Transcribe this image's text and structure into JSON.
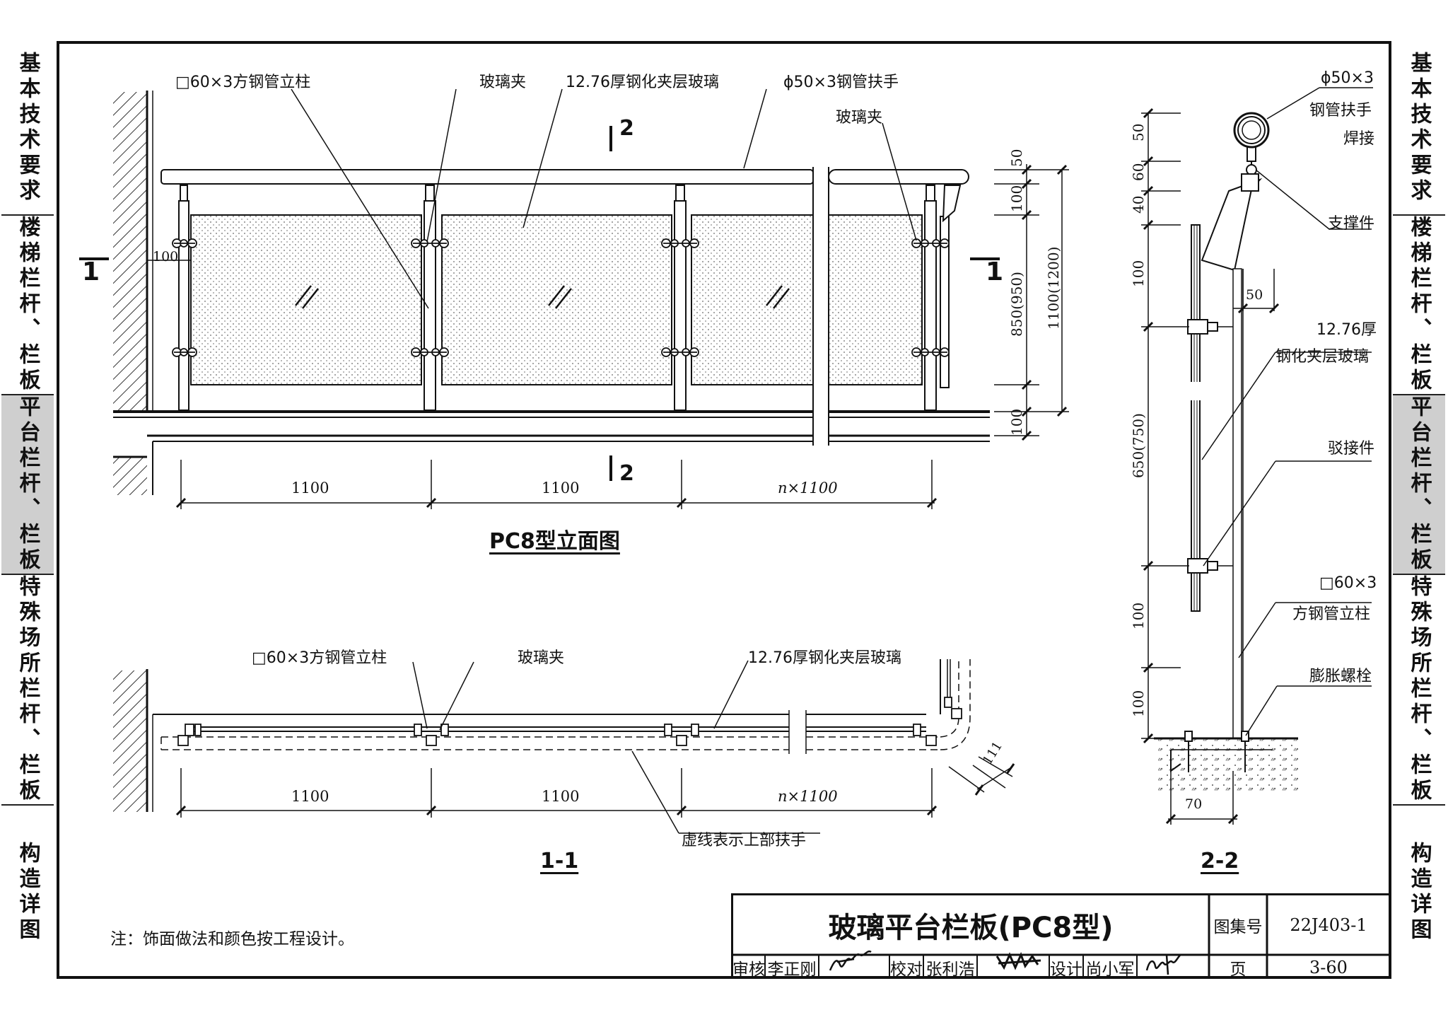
{
  "side_tabs": [
    "基本技术要求",
    "楼梯栏杆、栏板",
    "平台栏杆、栏板",
    "特殊场所栏杆、栏板",
    "构造详图"
  ],
  "elevation": {
    "caption": "PC8型立面图",
    "labels": {
      "post": "□60×3方钢管立柱",
      "glass_clip": "玻璃夹",
      "glass": "12.76厚钢化夹层玻璃",
      "handrail": "ϕ50×3钢管扶手",
      "glass_clip_2": "玻璃夹"
    },
    "dims": {
      "wall_offset": "100",
      "span1": "1100",
      "span2": "1100",
      "span3": "n×1100",
      "top_50": "50",
      "top_100": "100",
      "panel_height": "850(950)",
      "overall_height": "1100(1200)",
      "bottom_100": "100"
    },
    "section_marks": {
      "s1_left": "1",
      "s1_right": "1",
      "s2_top": "2",
      "s2_bottom": "2"
    }
  },
  "plan": {
    "caption": "1-1",
    "labels": {
      "post": "□60×3方钢管立柱",
      "glass_clip": "玻璃夹",
      "glass": "12.76厚钢化夹层玻璃",
      "dashed_note": "虚线表示上部扶手"
    },
    "dims": {
      "span1": "1100",
      "span2": "1100",
      "span3": "n×1100",
      "corner": "111"
    }
  },
  "section": {
    "caption": "2-2",
    "labels": {
      "handrail_a": "ϕ50×3",
      "handrail_b": "钢管扶手",
      "weld": "焊接",
      "support": "支撑件",
      "glass_a": "12.76厚",
      "glass_b": "钢化夹层玻璃",
      "connector": "驳接件",
      "post_a": "□60×3",
      "post_b": "方钢管立柱",
      "bolt": "膨胀螺栓"
    },
    "dims": {
      "d50": "50",
      "d60": "60",
      "d40": "40",
      "d100a": "100",
      "d650": "650(750)",
      "d100b": "100",
      "d100c": "100",
      "w50": "50",
      "w70": "70"
    }
  },
  "note": "注：饰面做法和颜色按工程设计。",
  "title_block": {
    "title": "玻璃平台栏板(PC8型)",
    "atlas_label": "图集号",
    "atlas_no": "22J403-1",
    "page_label": "页",
    "page_no": "3-60",
    "review_label": "审核",
    "reviewer": "李正刚",
    "check_label": "校对",
    "checker": "张利浩",
    "design_label": "设计",
    "designer": "尚小军"
  }
}
